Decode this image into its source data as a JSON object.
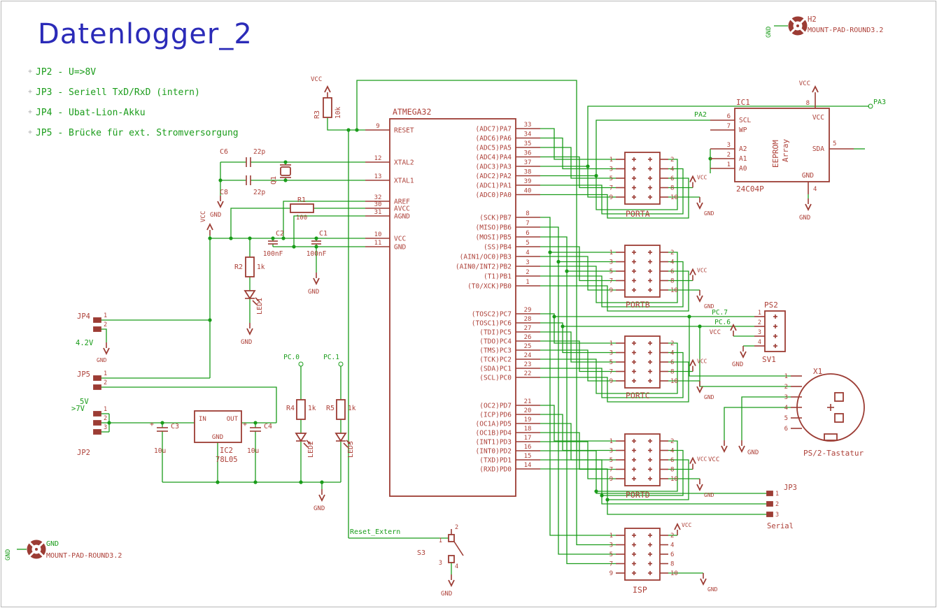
{
  "title": "Datenlogger_2",
  "notes": [
    "JP2 - U=>8V",
    "JP3 - Seriell TxD/RxD (intern)",
    "JP4 - Ubat-Lion-Akku",
    "JP5 - Brücke für ext. Stromversorgung"
  ],
  "colors": {
    "wire": "#1a9c1a",
    "part": "#9c3c34",
    "text": "#ad4038",
    "title": "#2b2bb8"
  },
  "power": {
    "vcc": "VCC",
    "gnd": "GND"
  },
  "symbols": {
    "plus": "+"
  },
  "mounts": {
    "top_right": {
      "ref": "H2",
      "value": "MOUNT-PAD-ROUND3.2",
      "net": "GND"
    },
    "bottom_left": {
      "value": "MOUNT-PAD-ROUND3.2",
      "net": "GND"
    }
  },
  "mcu": {
    "name": "ATMEGA32",
    "left_pins": [
      {
        "num": "9",
        "name": "RESET"
      },
      {
        "num": "12",
        "name": "XTAL2"
      },
      {
        "num": "13",
        "name": "XTAL1"
      },
      {
        "num": "32",
        "name": "AREF"
      },
      {
        "num": "30",
        "name": "AVCC"
      },
      {
        "num": "31",
        "name": "AGND"
      },
      {
        "num": "10",
        "name": "VCC"
      },
      {
        "num": "11",
        "name": "GND"
      }
    ],
    "pa_pins": [
      {
        "num": "33",
        "name": "(ADC7)PA7"
      },
      {
        "num": "34",
        "name": "(ADC6)PA6"
      },
      {
        "num": "35",
        "name": "(ADC5)PA5"
      },
      {
        "num": "36",
        "name": "(ADC4)PA4"
      },
      {
        "num": "37",
        "name": "(ADC3)PA3"
      },
      {
        "num": "38",
        "name": "(ADC2)PA2"
      },
      {
        "num": "39",
        "name": "(ADC1)PA1"
      },
      {
        "num": "40",
        "name": "(ADC0)PA0"
      }
    ],
    "pb_pins": [
      {
        "num": "8",
        "name": "(SCK)PB7"
      },
      {
        "num": "7",
        "name": "(MISO)PB6"
      },
      {
        "num": "6",
        "name": "(MOSI)PB5"
      },
      {
        "num": "5",
        "name": "(SS)PB4"
      },
      {
        "num": "4",
        "name": "(AIN1/OC0)PB3"
      },
      {
        "num": "3",
        "name": "(AIN0/INT2)PB2"
      },
      {
        "num": "2",
        "name": "(T1)PB1"
      },
      {
        "num": "1",
        "name": "(T0/XCK)PB0"
      }
    ],
    "pc_pins": [
      {
        "num": "29",
        "name": "(TOSC2)PC7"
      },
      {
        "num": "28",
        "name": "(TOSC1)PC6"
      },
      {
        "num": "27",
        "name": "(TDI)PC5"
      },
      {
        "num": "26",
        "name": "(TDO)PC4"
      },
      {
        "num": "25",
        "name": "(TMS)PC3"
      },
      {
        "num": "24",
        "name": "(TCK)PC2"
      },
      {
        "num": "23",
        "name": "(SDA)PC1"
      },
      {
        "num": "22",
        "name": "(SCL)PC0"
      }
    ],
    "pd_pins": [
      {
        "num": "21",
        "name": "(OC2)PD7"
      },
      {
        "num": "20",
        "name": "(ICP)PD6"
      },
      {
        "num": "19",
        "name": "(OC1A)PD5"
      },
      {
        "num": "18",
        "name": "(OC1B)PD4"
      },
      {
        "num": "17",
        "name": "(INT1)PD3"
      },
      {
        "num": "16",
        "name": "(INT0)PD2"
      },
      {
        "num": "15",
        "name": "(TXD)PD1"
      },
      {
        "num": "14",
        "name": "(RXD)PD0"
      }
    ]
  },
  "headers": {
    "names": [
      "PORTA",
      "PORTB",
      "PORTC",
      "PORTD",
      "ISP"
    ],
    "left_numbers": [
      "1",
      "3",
      "5",
      "7",
      "9"
    ],
    "right_numbers": [
      "2",
      "4",
      "6",
      "8",
      "10"
    ]
  },
  "eeprom": {
    "ref": "IC1",
    "value": "24C04P",
    "body": "EEPROM",
    "body2": "Array",
    "left_pins": [
      {
        "num": "6",
        "name": "SCL"
      },
      {
        "num": "7",
        "name": "WP"
      },
      {
        "num": "3",
        "name": "A2"
      },
      {
        "num": "2",
        "name": "A1"
      },
      {
        "num": "1",
        "name": "A0"
      }
    ],
    "top_pin": {
      "num": "8",
      "name": "VCC"
    },
    "right_pin": {
      "num": "5",
      "name": "SDA"
    },
    "bottom_pin": {
      "num": "4",
      "name": "GND"
    }
  },
  "nets": {
    "pa2": "PA2",
    "pa3": "PA3",
    "pc7": "PC.7",
    "pc6": "PC.6",
    "pc0": "PC.0",
    "pc1": "PC.1",
    "reset_extern": "Reset_Extern"
  },
  "ps2": {
    "ref": "SV1",
    "value": "PS2",
    "pins": [
      "1",
      "2",
      "3",
      "4"
    ]
  },
  "keyboard": {
    "ref": "X1",
    "value": "PS/2-Tastatur",
    "pins": [
      "1",
      "2",
      "3",
      "4",
      "5",
      "6"
    ]
  },
  "serial": {
    "ref": "JP3",
    "value": "Serial",
    "pins": [
      "1",
      "2",
      "3"
    ]
  },
  "regulator": {
    "ref": "IC2",
    "value": "78L05",
    "pin_in": "IN",
    "pin_out": "OUT",
    "pin_gnd": "GND"
  },
  "switch": {
    "ref": "S3",
    "pins": [
      "1",
      "2",
      "3",
      "4"
    ]
  },
  "jumpers": {
    "jp4": {
      "ref": "JP4",
      "value": "4.2V",
      "pins": [
        "1",
        "2"
      ]
    },
    "jp5": {
      "ref": "JP5",
      "value": "5V",
      "pins": [
        "1",
        "2"
      ]
    },
    "jp2": {
      "ref": "JP2",
      "value": ">7V",
      "pins": [
        "1",
        "2",
        "3"
      ]
    }
  },
  "resistors": [
    {
      "ref": "R1",
      "value": "100"
    },
    {
      "ref": "R2",
      "value": "1k"
    },
    {
      "ref": "R3",
      "value": "10k"
    },
    {
      "ref": "R4",
      "value": "1k"
    },
    {
      "ref": "R5",
      "value": "1k"
    }
  ],
  "capacitors": [
    {
      "ref": "C1",
      "value": "100nF"
    },
    {
      "ref": "C2",
      "value": "100nF"
    },
    {
      "ref": "C3",
      "value": "10u"
    },
    {
      "ref": "C4",
      "value": "10u"
    },
    {
      "ref": "C6",
      "value": "22p"
    },
    {
      "ref": "C8",
      "value": "22p"
    }
  ],
  "leds": [
    "LED1",
    "LED2",
    "LED3"
  ],
  "crystal": {
    "ref": "Q1"
  }
}
